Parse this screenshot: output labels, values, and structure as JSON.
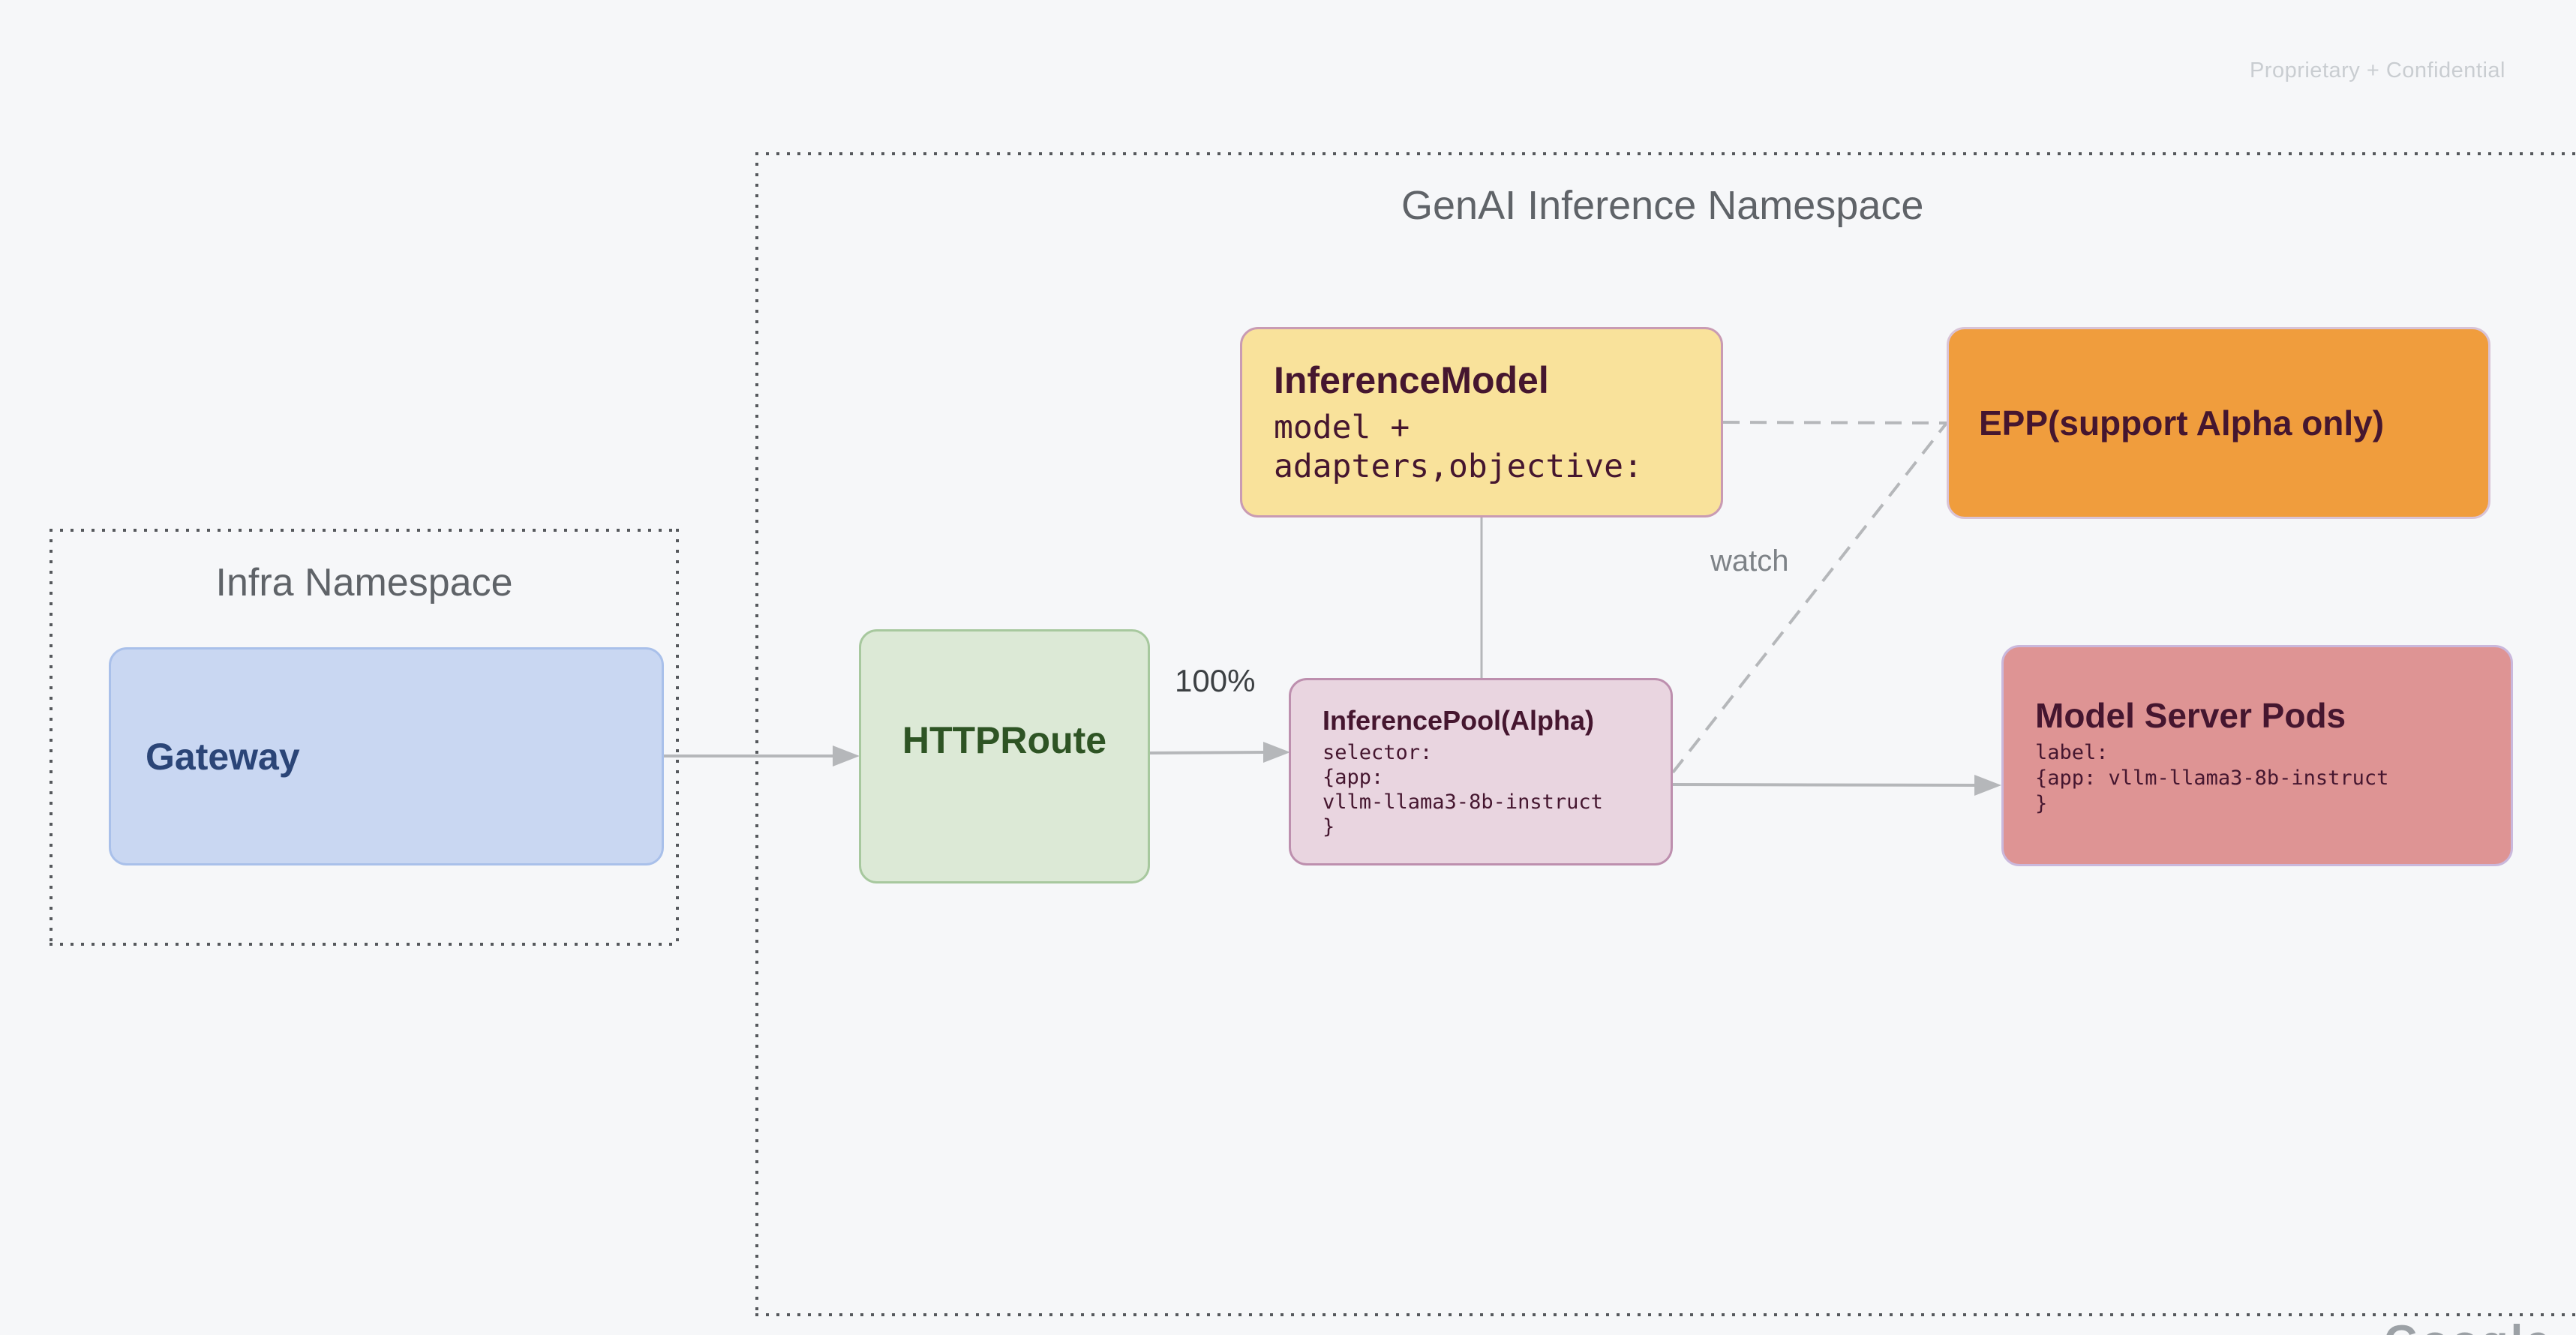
{
  "footer": {
    "label": "Proprietary + Confidential"
  },
  "brand": {
    "logo_text": "Google"
  },
  "namespaces": {
    "genai": {
      "title": "GenAI Inference Namespace"
    },
    "infra": {
      "title": "Infra Namespace"
    }
  },
  "nodes": {
    "gateway": {
      "title": "Gateway"
    },
    "httproute": {
      "title": "HTTPRoute"
    },
    "inference_model": {
      "title": "InferenceModel",
      "body": [
        "model +",
        "adapters,objective:"
      ]
    },
    "epp": {
      "title": "EPP(support Alpha only)"
    },
    "inference_pool": {
      "title": "InferencePool(Alpha)",
      "body": [
        "selector:",
        "{app:",
        "vllm-llama3-8b-instruct",
        "}"
      ]
    },
    "model_server_pods": {
      "title": "Model Server Pods",
      "body": [
        "label:",
        "{app: vllm-llama3-8b-instruct",
        "}"
      ]
    }
  },
  "edges": {
    "httproute_to_pool": {
      "label": "100%"
    },
    "pool_to_epp": {
      "label": "watch"
    }
  },
  "colors": {
    "background": "#f6f7f9",
    "connector": "#b5b7ba",
    "dotted_border": "#56595d",
    "namespace_title": "#5f6368",
    "footer_text": "#c9cdd1",
    "logo_text": "#9ca1a6",
    "label_text": "#3c4043",
    "muted_label_text": "#7d8287",
    "node_text_dark": "#45162f",
    "gateway_fill": "#c9d7f2",
    "gateway_border": "#a9c0ea",
    "gateway_text": "#2b4577",
    "httproute_fill": "#dce9d6",
    "httproute_border": "#a7c89e",
    "httproute_text": "#2e5424",
    "inference_model_fill": "#f9e29b",
    "inference_model_border": "#c99bb3",
    "epp_fill": "#f09d3d",
    "epp_border": "#d9c3d6",
    "inference_pool_fill": "#e9d5e0",
    "inference_pool_border": "#bd8fae",
    "model_server_fill": "#de9494",
    "model_server_border": "#cab8dc"
  }
}
